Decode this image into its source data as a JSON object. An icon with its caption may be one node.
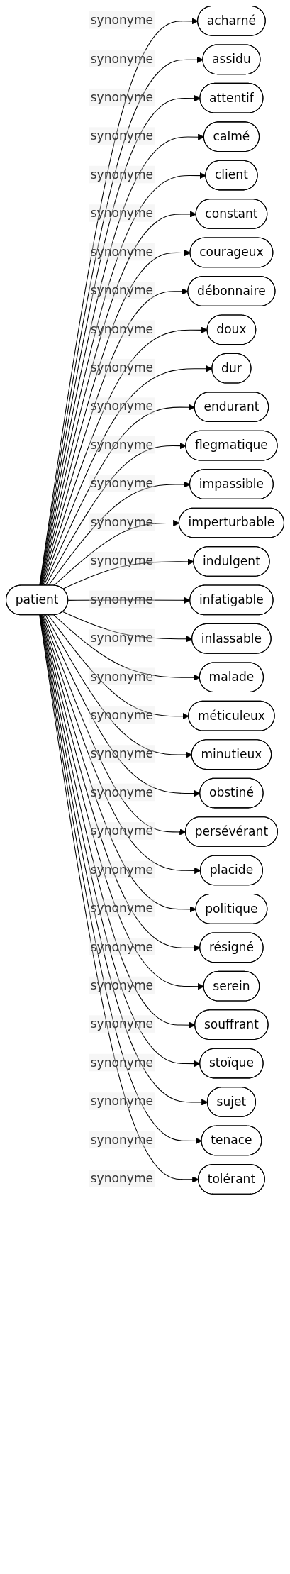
{
  "diagram": {
    "nodes": [
      {
        "text": [
          "patient"
        ]
      },
      {
        "text": [
          "acharné"
        ]
      },
      {
        "text": [
          "assidu"
        ]
      },
      {
        "text": [
          "attentif"
        ]
      },
      {
        "text": [
          "calmé"
        ]
      },
      {
        "text": [
          "client"
        ]
      },
      {
        "text": [
          "constant"
        ]
      },
      {
        "text": [
          "courageux"
        ]
      },
      {
        "text": [
          "débonnaire"
        ]
      },
      {
        "text": [
          "doux"
        ]
      },
      {
        "text": [
          "dur"
        ]
      },
      {
        "text": [
          "endurant"
        ]
      },
      {
        "text": [
          "flegmatique"
        ]
      },
      {
        "text": [
          "impassible"
        ]
      },
      {
        "text": [
          "imperturbable"
        ]
      },
      {
        "text": [
          "indulgent"
        ]
      },
      {
        "text": [
          "infatigable"
        ]
      },
      {
        "text": [
          "inlassable"
        ]
      },
      {
        "text": [
          "malade"
        ]
      },
      {
        "text": [
          "méticuleux"
        ]
      },
      {
        "text": [
          "minutieux"
        ]
      },
      {
        "text": [
          "obstiné"
        ]
      },
      {
        "text": [
          "persévérant"
        ]
      },
      {
        "text": [
          "placide"
        ]
      },
      {
        "text": [
          "politique"
        ]
      },
      {
        "text": [
          "résigné"
        ]
      },
      {
        "text": [
          "serein"
        ]
      },
      {
        "text": [
          "souffrant"
        ]
      },
      {
        "text": [
          "stoïque"
        ]
      },
      {
        "text": [
          "sujet"
        ]
      },
      {
        "text": [
          "tenace"
        ]
      },
      {
        "text": [
          "tolérant"
        ]
      }
    ],
    "edges": [
      {
        "from": 0,
        "to": 1,
        "arrow": "to",
        "label": "synonyme"
      },
      {
        "from": 0,
        "to": 2,
        "arrow": "to",
        "label": "synonyme"
      },
      {
        "from": 0,
        "to": 3,
        "arrow": "to",
        "label": "synonyme"
      },
      {
        "from": 0,
        "to": 4,
        "arrow": "to",
        "label": "synonyme"
      },
      {
        "from": 0,
        "to": 5,
        "arrow": "to",
        "label": "synonyme"
      },
      {
        "from": 0,
        "to": 6,
        "arrow": "to",
        "label": "synonyme"
      },
      {
        "from": 0,
        "to": 7,
        "arrow": "to",
        "label": "synonyme"
      },
      {
        "from": 0,
        "to": 8,
        "arrow": "to",
        "label": "synonyme"
      },
      {
        "from": 0,
        "to": 9,
        "arrow": "to",
        "label": "synonyme"
      },
      {
        "from": 0,
        "to": 10,
        "arrow": "to",
        "label": "synonyme"
      },
      {
        "from": 0,
        "to": 11,
        "arrow": "to",
        "label": "synonyme"
      },
      {
        "from": 0,
        "to": 12,
        "arrow": "to",
        "label": "synonyme"
      },
      {
        "from": 0,
        "to": 13,
        "arrow": "to",
        "label": "synonyme"
      },
      {
        "from": 0,
        "to": 14,
        "arrow": "to",
        "label": "synonyme"
      },
      {
        "from": 0,
        "to": 15,
        "arrow": "to",
        "label": "synonyme"
      },
      {
        "from": 0,
        "to": 16,
        "arrow": "to",
        "label": "synonyme"
      },
      {
        "from": 0,
        "to": 17,
        "arrow": "to",
        "label": "synonyme"
      },
      {
        "from": 0,
        "to": 18,
        "arrow": "to",
        "label": "synonyme"
      },
      {
        "from": 0,
        "to": 19,
        "arrow": "to",
        "label": "synonyme"
      },
      {
        "from": 0,
        "to": 20,
        "arrow": "to",
        "label": "synonyme"
      },
      {
        "from": 0,
        "to": 21,
        "arrow": "to",
        "label": "synonyme"
      },
      {
        "from": 0,
        "to": 22,
        "arrow": "to",
        "label": "synonyme"
      },
      {
        "from": 0,
        "to": 23,
        "arrow": "to",
        "label": "synonyme"
      },
      {
        "from": 0,
        "to": 24,
        "arrow": "to",
        "label": "synonyme"
      },
      {
        "from": 0,
        "to": 25,
        "arrow": "to",
        "label": "synonyme"
      },
      {
        "from": 0,
        "to": 26,
        "arrow": "to",
        "label": "synonyme"
      },
      {
        "from": 0,
        "to": 27,
        "arrow": "to",
        "label": "synonyme"
      },
      {
        "from": 0,
        "to": 28,
        "arrow": "to",
        "label": "synonyme"
      },
      {
        "from": 0,
        "to": 29,
        "arrow": "to",
        "label": "synonyme"
      },
      {
        "from": 0,
        "to": 30,
        "arrow": "to",
        "label": "synonyme"
      },
      {
        "from": 0,
        "to": 31,
        "arrow": "to",
        "label": "synonyme"
      }
    ]
  }
}
